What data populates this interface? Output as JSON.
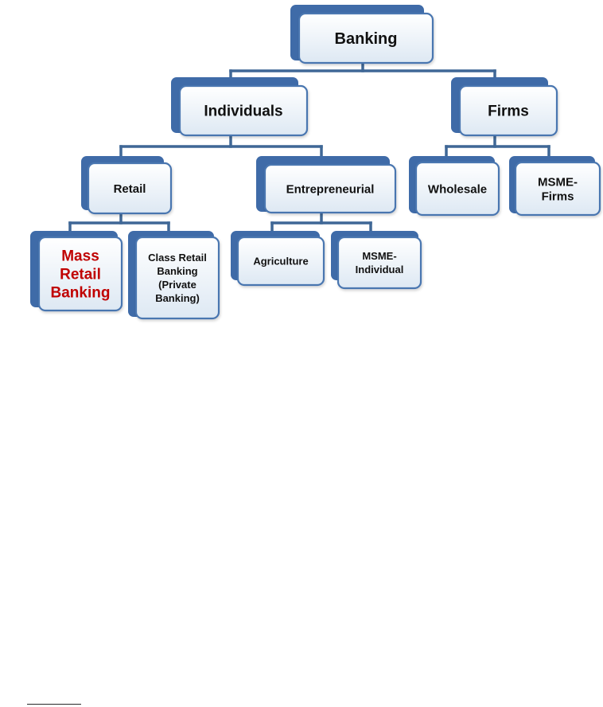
{
  "colors": {
    "node_back": "#3f6ba8",
    "node_front_top": "#ffffff",
    "node_front_bottom": "#dde8f3",
    "node_border": "#4a76b0",
    "connector": "#3f6796",
    "text": "#111111",
    "highlight_text": "#c00000"
  },
  "nodes": {
    "banking": {
      "lines": [
        "Banking"
      ]
    },
    "individuals": {
      "lines": [
        "Individuals"
      ]
    },
    "firms": {
      "lines": [
        "Firms"
      ]
    },
    "retail": {
      "lines": [
        "Retail"
      ]
    },
    "entrepreneurial": {
      "lines": [
        "Entrepreneurial"
      ]
    },
    "wholesale": {
      "lines": [
        "Wholesale"
      ]
    },
    "msme_firms": {
      "lines": [
        "MSME-",
        "Firms"
      ]
    },
    "mass_retail_banking": {
      "lines": [
        "Mass",
        "Retail",
        "Banking"
      ],
      "highlight": true
    },
    "class_retail_banking": {
      "lines": [
        "Class Retail",
        "Banking",
        "(Private",
        "Banking)"
      ]
    },
    "agriculture": {
      "lines": [
        "Agriculture"
      ]
    },
    "msme_individual": {
      "lines": [
        "MSME-",
        "Individual"
      ]
    }
  }
}
